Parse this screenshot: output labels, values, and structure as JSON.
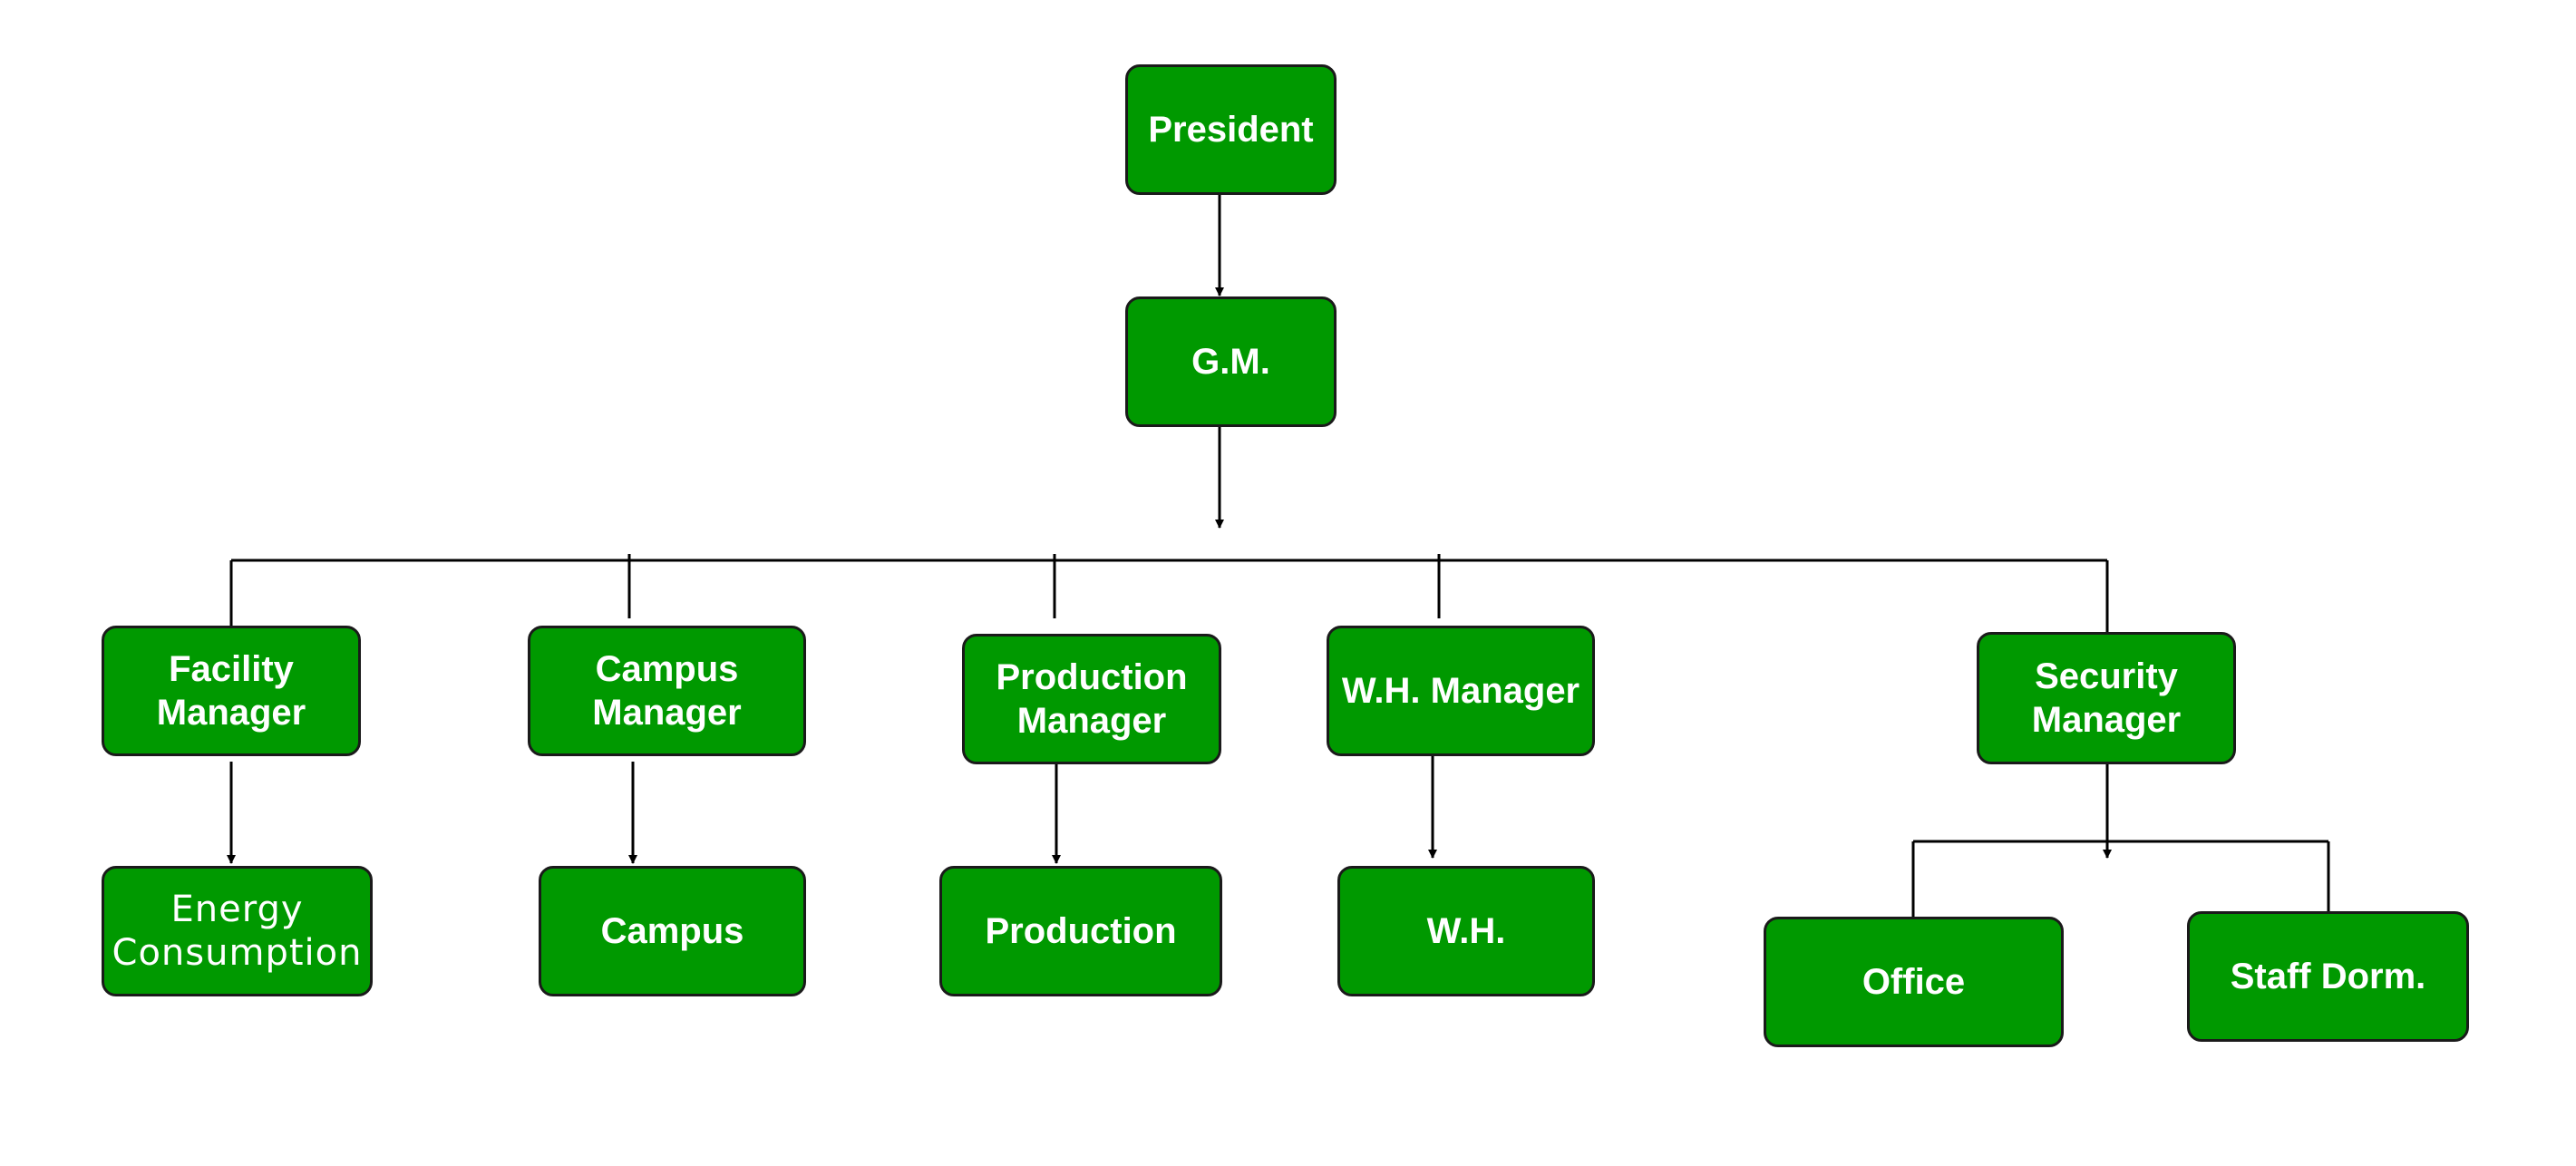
{
  "colors": {
    "node_fill": "#009900",
    "node_border": "#1a1a1a",
    "node_text": "#ffffff",
    "connector": "#000000"
  },
  "nodes": {
    "president": "President",
    "gm": "G.M.",
    "facility_manager": "Facility\nManager",
    "campus_manager": "Campus\nManager",
    "production_manager": "Production\nManager",
    "wh_manager": "W.H. Manager",
    "security_manager": "Security\nManager",
    "energy_consumption": "Energy\nConsumption",
    "campus": "Campus",
    "production": "Production",
    "wh": "W.H.",
    "office": "Office",
    "staff_dorm": "Staff Dorm."
  }
}
